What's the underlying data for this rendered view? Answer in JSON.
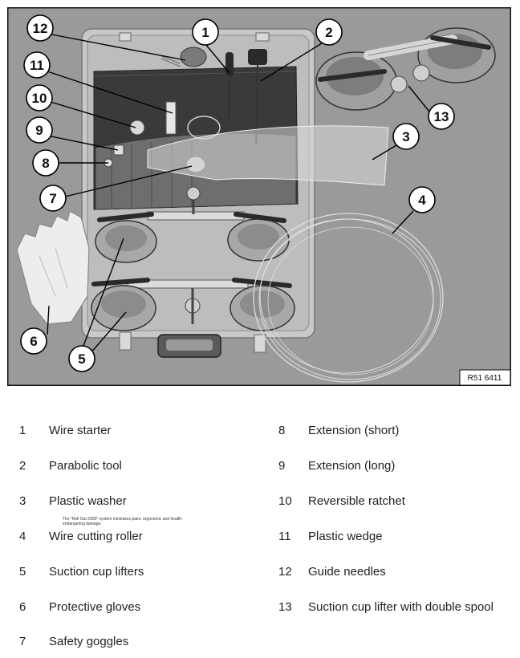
{
  "figure": {
    "reference_code": "R51 6411",
    "callouts": [
      "1",
      "2",
      "3",
      "4",
      "5",
      "6",
      "7",
      "8",
      "9",
      "10",
      "11",
      "12",
      "13"
    ]
  },
  "legend": {
    "left": [
      {
        "num": "1",
        "label": "Wire starter"
      },
      {
        "num": "2",
        "label": "Parabolic tool"
      },
      {
        "num": "3",
        "label": "Plastic washer"
      },
      {
        "num": "4",
        "label": "Wire cutting roller"
      },
      {
        "num": "5",
        "label": "Suction cup lifters"
      },
      {
        "num": "6",
        "label": "Protective gloves"
      },
      {
        "num": "7",
        "label": "Safety goggles"
      }
    ],
    "right": [
      {
        "num": "8",
        "label": "Extension (short)"
      },
      {
        "num": "9",
        "label": "Extension (long)"
      },
      {
        "num": "10",
        "label": "Reversible ratchet"
      },
      {
        "num": "11",
        "label": "Plastic wedge"
      },
      {
        "num": "12",
        "label": "Guide needles"
      },
      {
        "num": "13",
        "label": "Suction cup lifter with double spool"
      }
    ]
  },
  "note": "The \"Roll Out 2000\" system minimizes paint, ergonomic and health-endangering damage."
}
